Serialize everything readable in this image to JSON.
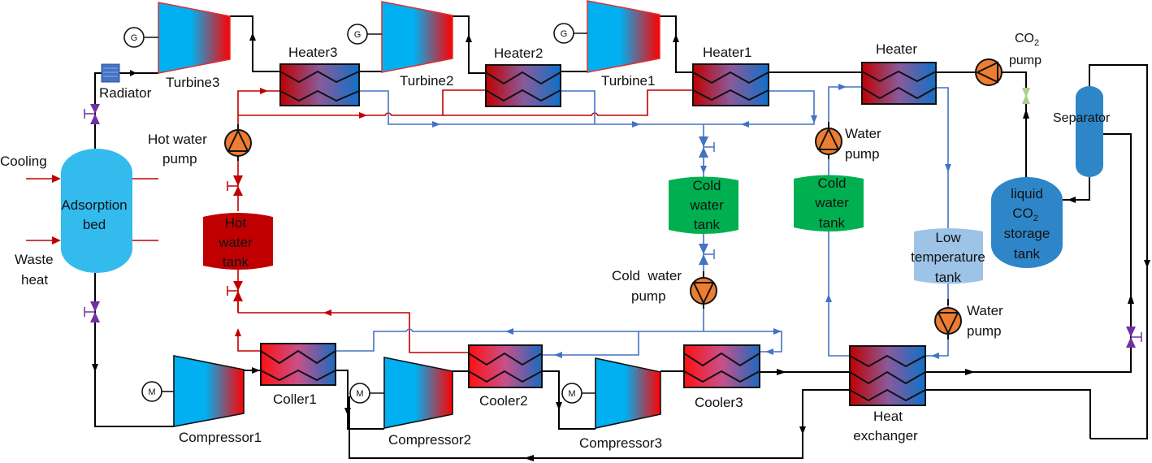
{
  "diagram": {
    "title": "Adsorption-based CO2 capture and power cycle flow diagram",
    "colors": {
      "co2_line": "#000000",
      "hot_water_line": "#c00000",
      "cold_water_line": "#4472c4",
      "turbine_cold": "#00b0f0",
      "turbine_hot": "#ff0000",
      "hx_hot": "#ff0000",
      "hx_cold": "#1f6fc5",
      "pump": "#ed7d31",
      "valve_purple": "#7030a0",
      "cold_water_tank": "#00b050",
      "hot_water_tank": "#c00000",
      "low_temp_tank": "#9dc3e6",
      "co2_storage_tank": "#2e86c9",
      "adsorption_bed": "#33bbee",
      "separator": "#2e86c9",
      "radiator": "#4472c4"
    },
    "turbines": [
      {
        "id": "turbine3",
        "label": "Turbine3",
        "generator": "G"
      },
      {
        "id": "turbine2",
        "label": "Turbine2",
        "generator": "G"
      },
      {
        "id": "turbine1",
        "label": "Turbine1",
        "generator": "G"
      }
    ],
    "heaters": [
      {
        "id": "heater3",
        "label": "Heater3"
      },
      {
        "id": "heater2",
        "label": "Heater2"
      },
      {
        "id": "heater1",
        "label": "Heater1"
      },
      {
        "id": "heater",
        "label": "Heater"
      }
    ],
    "compressors": [
      {
        "id": "compressor1",
        "label": "Compressor1",
        "motor": "M"
      },
      {
        "id": "compressor2",
        "label": "Compressor2",
        "motor": "M"
      },
      {
        "id": "compressor3",
        "label": "Compressor3",
        "motor": "M"
      }
    ],
    "coolers": [
      {
        "id": "coller1",
        "label": "Coller1"
      },
      {
        "id": "cooler2",
        "label": "Cooler2"
      },
      {
        "id": "cooler3",
        "label": "Cooler3"
      }
    ],
    "heat_exchanger": {
      "line1": "Heat",
      "line2": "exchanger"
    },
    "radiator": {
      "label": "Radiator"
    },
    "adsorption_bed": {
      "line1": "Adsorption",
      "line2": "bed"
    },
    "inputs": {
      "cooling": "Cooling",
      "waste_heat_1": "Waste",
      "waste_heat_2": "heat"
    },
    "pumps": {
      "hot_water": {
        "line1": "Hot water",
        "line2": "pump"
      },
      "water_top": {
        "line1": "Water",
        "line2": "pump"
      },
      "cold_water": {
        "line1": "Cold  water",
        "line2": "pump"
      },
      "water_bottom": {
        "line1": "Water",
        "line2": "pump"
      },
      "co2": {
        "line1": "CO",
        "sub": "2",
        "line2": "pump"
      }
    },
    "tanks": {
      "hot_water": [
        "Hot",
        "water",
        "tank"
      ],
      "cold_water_1": [
        "Cold",
        "water",
        "tank"
      ],
      "cold_water_2": [
        "Cold",
        "water",
        "tank"
      ],
      "low_temperature": [
        "Low",
        "temperature",
        "tank"
      ],
      "co2_storage": {
        "line1": "liquid",
        "line2": "CO",
        "sub": "2",
        "line3": "storage",
        "line4": "tank"
      }
    },
    "separator": {
      "label": "Separator"
    }
  }
}
